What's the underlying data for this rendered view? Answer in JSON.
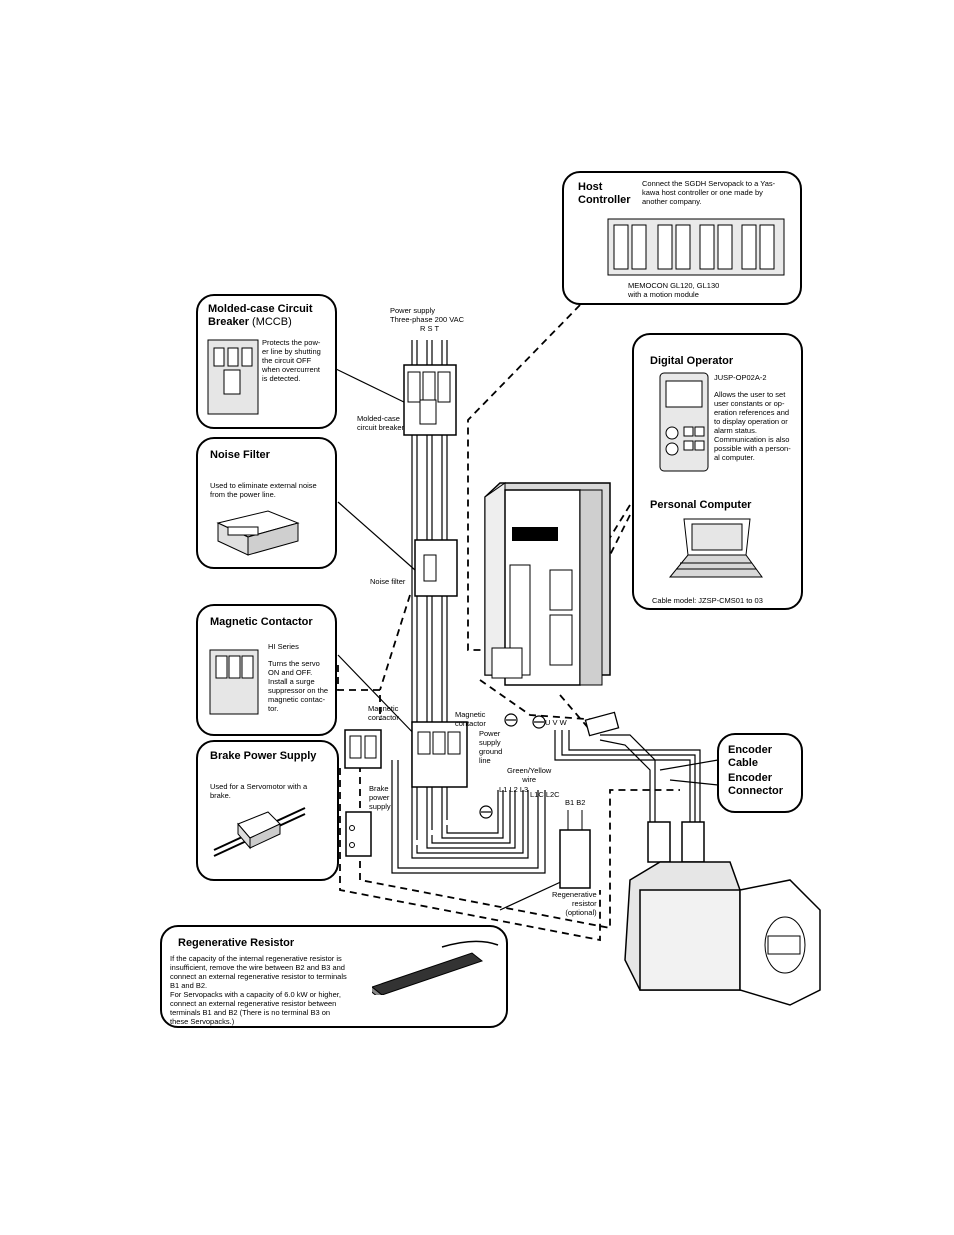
{
  "host": {
    "title": "Host\nController",
    "desc": "Connect the SGDH Servopack to a Yas-\nkawa host controller or one made by\nanother company.",
    "model": "MEMOCON GL120, GL130\nwith a motion module"
  },
  "mccb": {
    "title": "Molded-case Circuit",
    "title2": "Breaker",
    "title_abbr": " (MCCB)",
    "desc": "Protects the pow-\ner line by shutting\nthe circuit OFF\nwhen overcurrent\nis detected."
  },
  "noise": {
    "title": "Noise Filter",
    "desc": "Used to eliminate external noise\nfrom the power line."
  },
  "mc": {
    "title": "Magnetic Contactor",
    "series": "HI Series",
    "desc": "Turns the servo\nON and OFF.\nInstall a surge\nsuppressor on the\nmagnetic contac-\ntor."
  },
  "brake": {
    "title": "Brake Power Supply",
    "desc": "Used for a Servomotor with a\nbrake."
  },
  "regen": {
    "title": "Regenerative Resistor",
    "desc": "If the capacity of the internal regenerative resistor is\ninsufficient, remove the wire between B2 and B3 and\nconnect an external regenerative resistor to terminals\nB1 and B2.\nFor Servopacks with a capacity of 6.0 kW or higher,\nconnect an external regenerative resistor between\nterminals B1 and B2 (There is no terminal B3 on\nthese Servopacks.)"
  },
  "operator": {
    "title": "Digital Operator",
    "model": "JUSP-OP02A-2",
    "desc": "Allows the user to set\nuser constants or op-\neration references and\nto display operation or\nalarm status.\nCommunication is also\npossible with a person-\nal computer."
  },
  "pc": {
    "title": "Personal Computer",
    "cable": "Cable model: JZSP-CMS01 to 03"
  },
  "encoder": {
    "cable": "Encoder\nCable",
    "connector": "Encoder\nConnector"
  },
  "labels": {
    "power_supply": "Power supply\nThree-phase 200 VAC",
    "rst": "R  S  T",
    "mccb_side": "Molded-case\ncircuit breaker",
    "noise_side": "Noise filter",
    "mag_contactor1": "Magnetic\ncontactor",
    "mag_contactor2": "Magnetic\ncontactor",
    "brake_side": "Brake\npower\nsupply",
    "ground": "Power\nsupply\nground\nline",
    "green_yellow": "Green/Yellow\nwire",
    "l_terminals": "L1 L2 L3",
    "lc_terminals": "L1C L2C",
    "b_terminals": "B1 B2",
    "uvw": "U  V  W",
    "regen_side": "Regenerative\nresistor\n(optional)"
  }
}
